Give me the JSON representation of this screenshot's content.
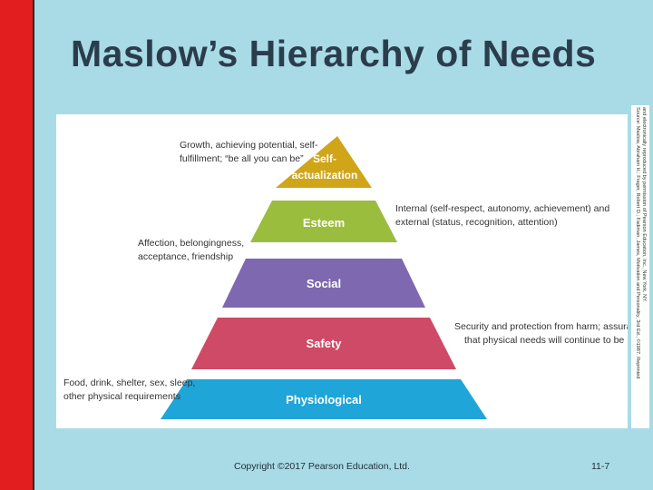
{
  "slide": {
    "title": "Maslow’s Hierarchy of Needs",
    "copyright": "Copyright ©2017 Pearson Education, Ltd.",
    "page_number": "11-7"
  },
  "colors": {
    "left_bar": "#e31e1e",
    "background": "#a9dbe6",
    "title": "#2b3d4d",
    "self_actualization": "#d0a518",
    "esteem": "#9bbd3e",
    "social": "#7e68b0",
    "safety": "#cf4a66",
    "physiological": "#1fa5d8"
  },
  "pyramid": {
    "levels": [
      {
        "label_line1": "Self-",
        "label_line2": "actualization"
      },
      {
        "label_line1": "Esteem",
        "label_line2": ""
      },
      {
        "label_line1": "Social",
        "label_line2": ""
      },
      {
        "label_line1": "Safety",
        "label_line2": ""
      },
      {
        "label_line1": "Physiological",
        "label_line2": ""
      }
    ]
  },
  "notes": {
    "self_actualization": [
      "Growth, achieving potential, self-",
      "fulfillment; “be all you can be”"
    ],
    "esteem": [
      "Internal (self-respect, autonomy, achievement) and",
      "external (status, recognition, attention)"
    ],
    "social": [
      "Affection, belongingness,",
      "acceptance, friendship"
    ],
    "safety": [
      "Security and protection from harm; assurance",
      "that physical needs will continue to be met"
    ],
    "physiological": [
      "Food, drink, shelter, sex, sleep,",
      "other physical requirements"
    ]
  },
  "source_note": {
    "line1": "Source: Maslow, Abraham H.; Frager, Robert D.; Fadiman, James, Motivation and Personality, 3rd Ed., ©1987. Reprinted",
    "line2": "and electronically reproduced by permission of Pearson Education, Inc., New York, NY."
  }
}
